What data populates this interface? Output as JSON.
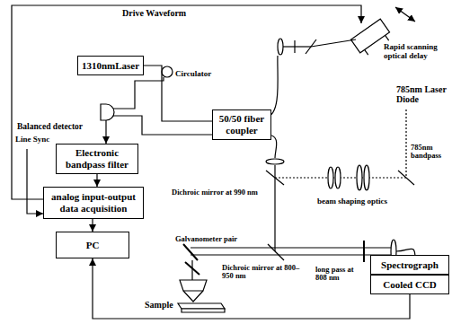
{
  "diagram": {
    "nodes": [
      {
        "text": [
          "1310nmLaser"
        ]
      },
      {
        "text": [
          "50/50 fiber coupler"
        ]
      },
      {
        "text": [
          "Electronic bandpass filter"
        ]
      },
      {
        "text": [
          "analog input-output data acquisition"
        ]
      },
      {
        "text": [
          "PC"
        ]
      },
      {
        "text": [
          "Spectrograph"
        ]
      },
      {
        "text": [
          "Cooled CCD"
        ]
      }
    ],
    "edges": [
      {
        "from": 0,
        "to": 1,
        "arrow": "none"
      },
      {
        "from": 2,
        "to": 3,
        "arrow": "to"
      },
      {
        "from": 3,
        "to": 4,
        "arrow": "to"
      },
      {
        "from": 6,
        "to": 4,
        "arrow": "to"
      }
    ],
    "labels": [
      "Drive Waveform",
      "Rapid scanning optical delay",
      "Circulator",
      "Line Sync",
      "Balanced detector",
      "785nm Laser Diode",
      "785nm bandpass",
      "Dichroic mirror at 990 nm",
      "beam shaping optics",
      "Galvanometer pair",
      "Dichroic mirror at 800–950 nm",
      "long pass at 808 nm",
      "Sample"
    ]
  }
}
